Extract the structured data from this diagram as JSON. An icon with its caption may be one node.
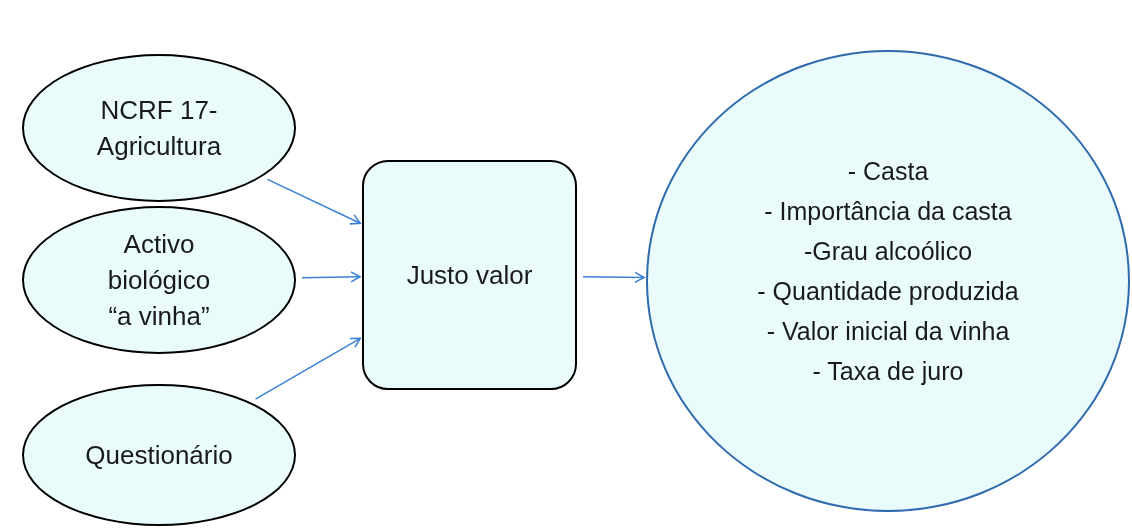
{
  "diagram": {
    "nodes": [
      {
        "text": [
          "NCRF 17- Agricultura"
        ]
      },
      {
        "text": [
          "Activo biológico “a vinha”"
        ]
      },
      {
        "text": [
          "Questionário"
        ]
      },
      {
        "text": [
          "Justo valor"
        ]
      },
      {
        "text": [
          "- Casta",
          "- Importância da casta",
          "-Grau alcoólico",
          "- Quantidade produzida",
          "- Valor inicial da vinha",
          "- Taxa de juro"
        ]
      }
    ],
    "edges": [
      {
        "from": 0,
        "to": 3,
        "arrow": "to"
      },
      {
        "from": 1,
        "to": 3,
        "arrow": "to"
      },
      {
        "from": 2,
        "to": 3,
        "arrow": "to"
      },
      {
        "from": 3,
        "to": 4,
        "arrow": "to"
      }
    ]
  }
}
